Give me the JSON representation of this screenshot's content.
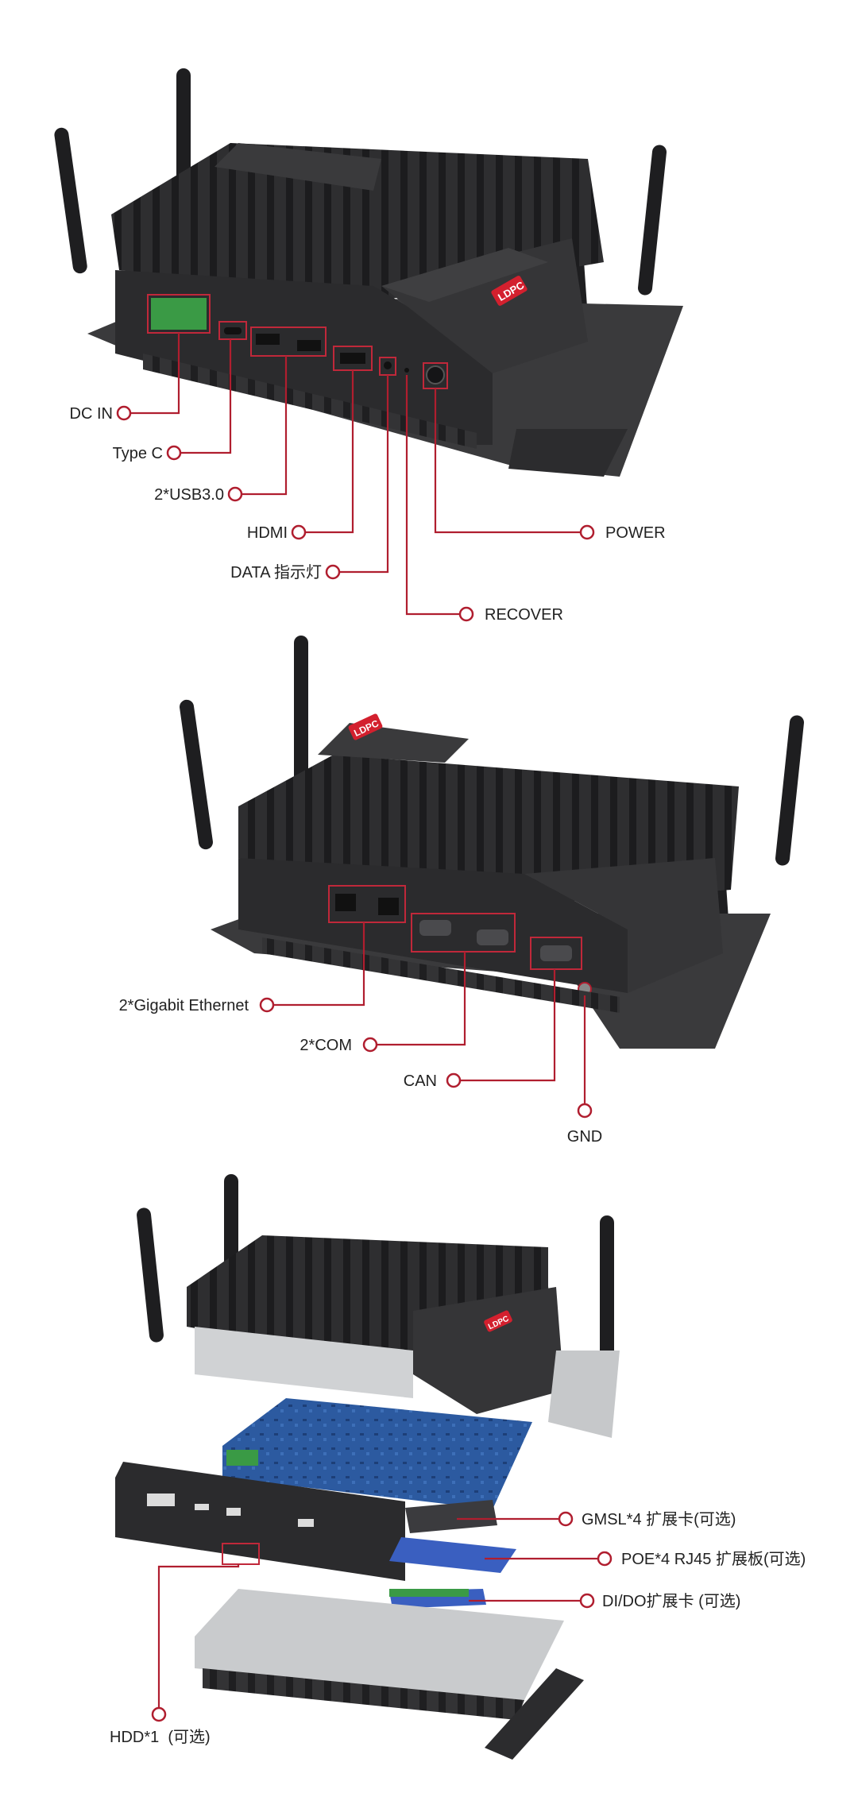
{
  "colors": {
    "accent": "#b01e2f",
    "device_body": "#2b2b2d",
    "device_fin": "#202022",
    "brand_red": "#d3202e",
    "pcb_blue": "#2c5aa0",
    "terminal_green": "#3a9a45"
  },
  "views": {
    "front": {
      "brand_logo": "LDPC",
      "labels": {
        "dc_in": "DC IN",
        "type_c": "Type C",
        "usb": "2*USB3.0",
        "hdmi": "HDMI",
        "data_led": "DATA 指示灯",
        "power": "POWER",
        "recover": "RECOVER"
      }
    },
    "rear": {
      "brand_logo": "LDPC",
      "labels": {
        "ethernet": "2*Gigabit Ethernet",
        "com": "2*COM",
        "can": "CAN",
        "gnd": "GND"
      }
    },
    "exploded": {
      "brand_logo": "LDPC",
      "labels": {
        "gmsl": "GMSL*4 扩展卡(可选)",
        "poe": "POE*4 RJ45 扩展板(可选)",
        "dido": "DI/DO扩展卡 (可选)",
        "hdd": "HDD*1  (可选)"
      }
    }
  }
}
